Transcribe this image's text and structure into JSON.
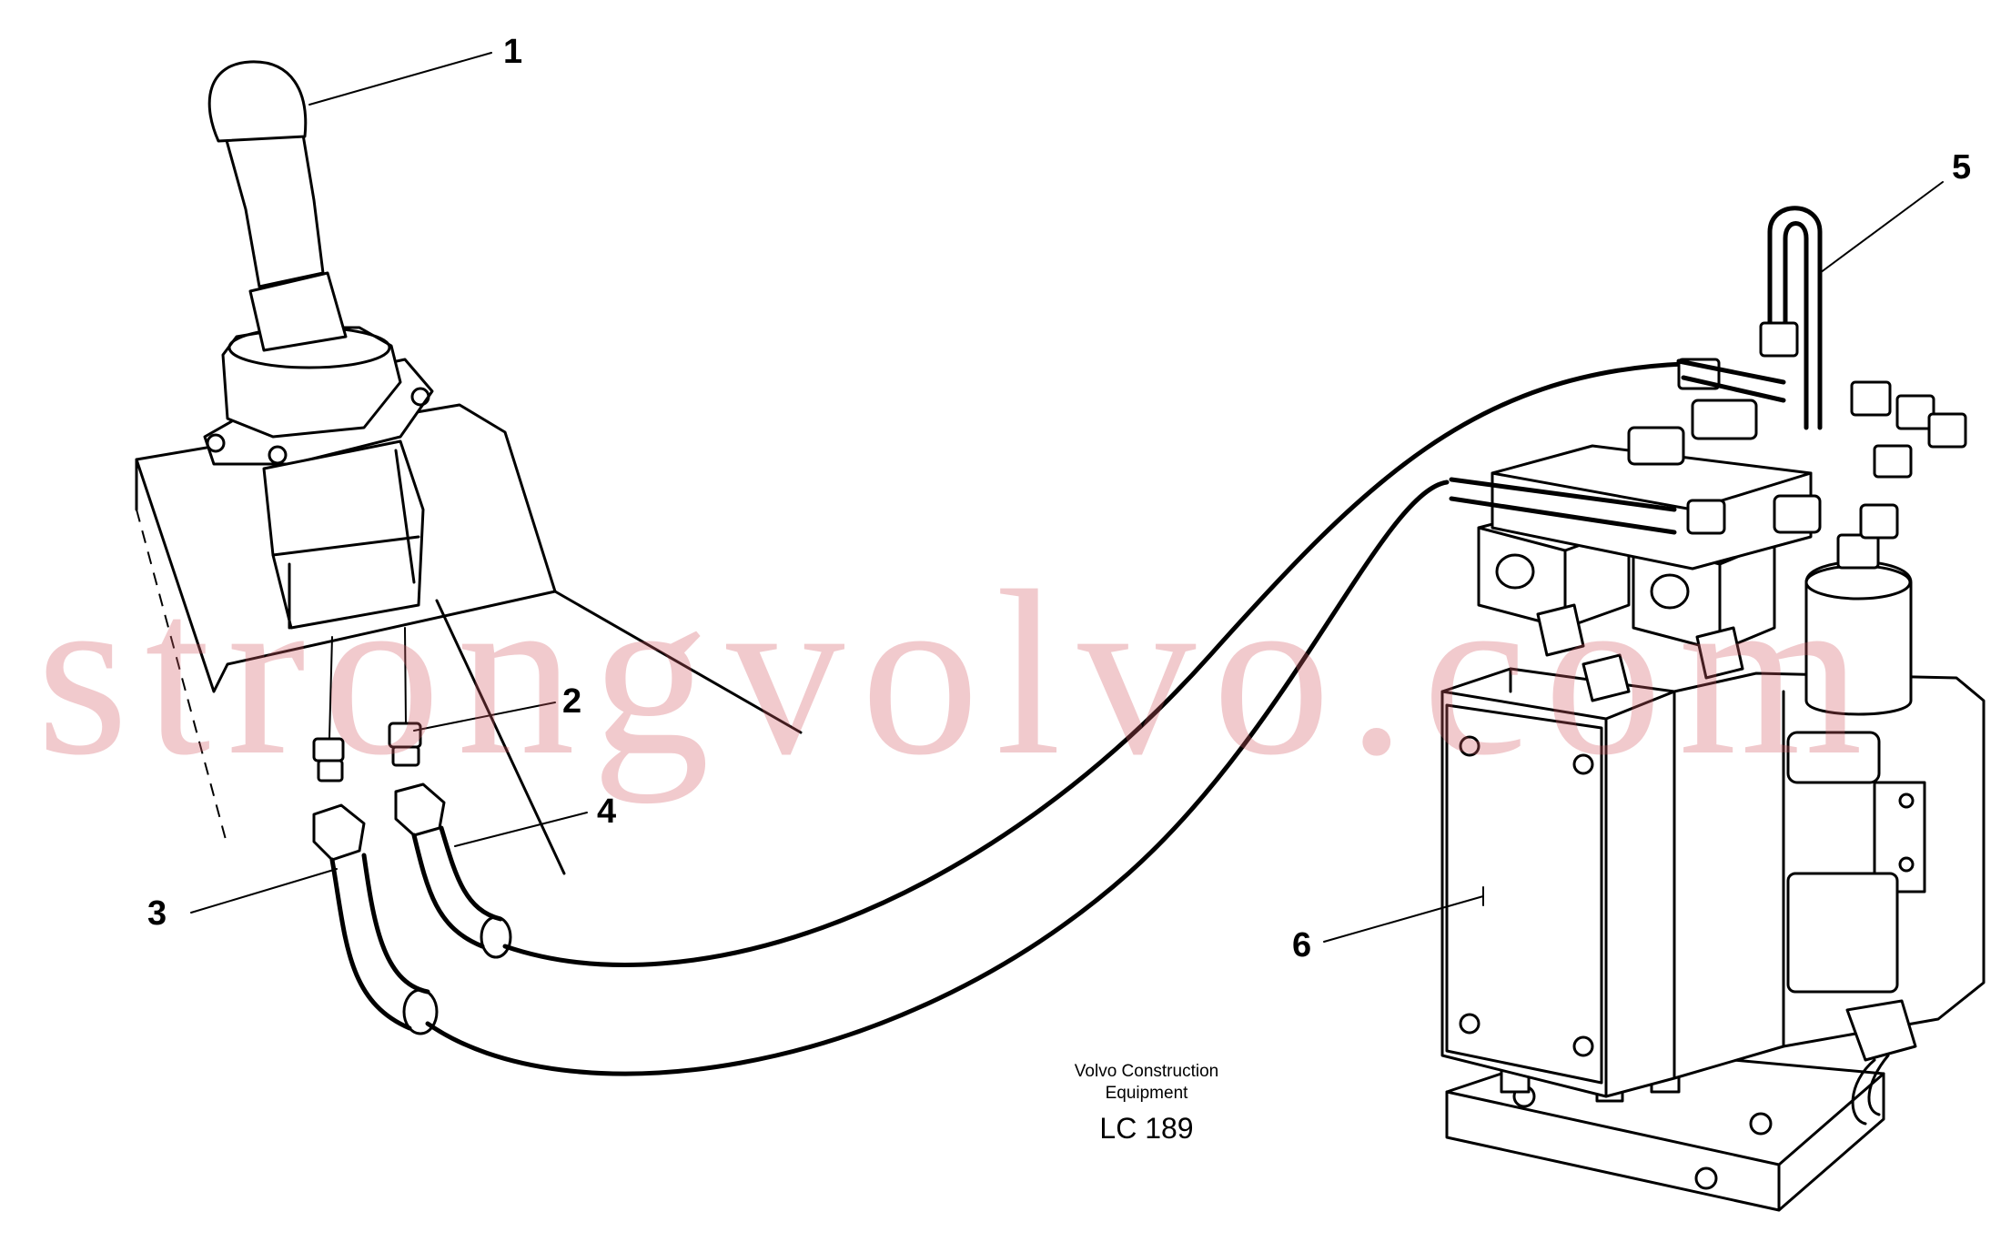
{
  "callouts": {
    "c1": "1",
    "c2": "2",
    "c3": "3",
    "c4": "4",
    "c5": "5",
    "c6": "6"
  },
  "caption": {
    "company_line1": "Volvo Construction",
    "company_line2": "Equipment",
    "code": "LC 189"
  },
  "watermark": "strongvolvo.com"
}
